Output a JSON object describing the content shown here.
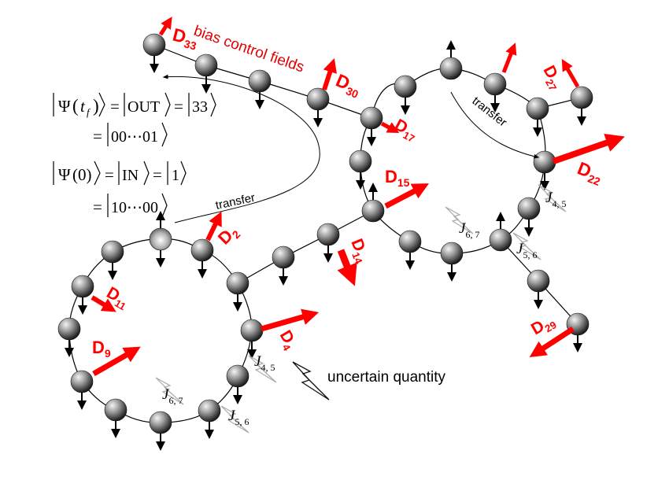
{
  "colors": {
    "control": "#ff0000",
    "spin_line": "#000000",
    "node_dark": "#3a3a3a",
    "node_light": "#d8d8d8",
    "background": "#ffffff"
  },
  "icons": {
    "node": "sphere-icon",
    "spin_arrow": "arrow-icon",
    "uncertain": "lightning-bolt-icon"
  },
  "labels": {
    "bias": "bias control fields",
    "transfer_left": "transfer",
    "transfer_right": "transfer",
    "uncertain": "uncertain quantity"
  },
  "equations": {
    "final_line1": "|Ψ(t_f)⟩ = |OUT⟩ = |33⟩",
    "final_line2": "= |00⋯01⟩",
    "initial_line1": "|Ψ(0)⟩ = |IN⟩ = |1⟩",
    "initial_line2": "= |10⋯00⟩",
    "psi": "Ψ",
    "tf": "t",
    "tf_sub": "f",
    "zero": "(0)",
    "out_val": "OUT",
    "in_val": "IN",
    "v33": "33",
    "v1": "1",
    "b_out": "00⋯01",
    "b_in": "10⋯00",
    "eq": "="
  },
  "controls": [
    {
      "main": "D",
      "sub": "33"
    },
    {
      "main": "D",
      "sub": "30"
    },
    {
      "main": "D",
      "sub": "27"
    },
    {
      "main": "D",
      "sub": "17"
    },
    {
      "main": "D",
      "sub": "22"
    },
    {
      "main": "D",
      "sub": "15"
    },
    {
      "main": "D",
      "sub": "2"
    },
    {
      "main": "D",
      "sub": "14"
    },
    {
      "main": "D",
      "sub": "11"
    },
    {
      "main": "D",
      "sub": "9"
    },
    {
      "main": "D",
      "sub": "4"
    },
    {
      "main": "D",
      "sub": "29"
    }
  ],
  "couplings": [
    {
      "main": "J",
      "sub": "4, 5"
    },
    {
      "main": "J",
      "sub": "6, 7"
    },
    {
      "main": "J",
      "sub": "5, 6"
    },
    {
      "main": "J",
      "sub": "4, 5"
    },
    {
      "main": "J",
      "sub": "6, 7"
    },
    {
      "main": "J",
      "sub": "5, 6"
    }
  ]
}
